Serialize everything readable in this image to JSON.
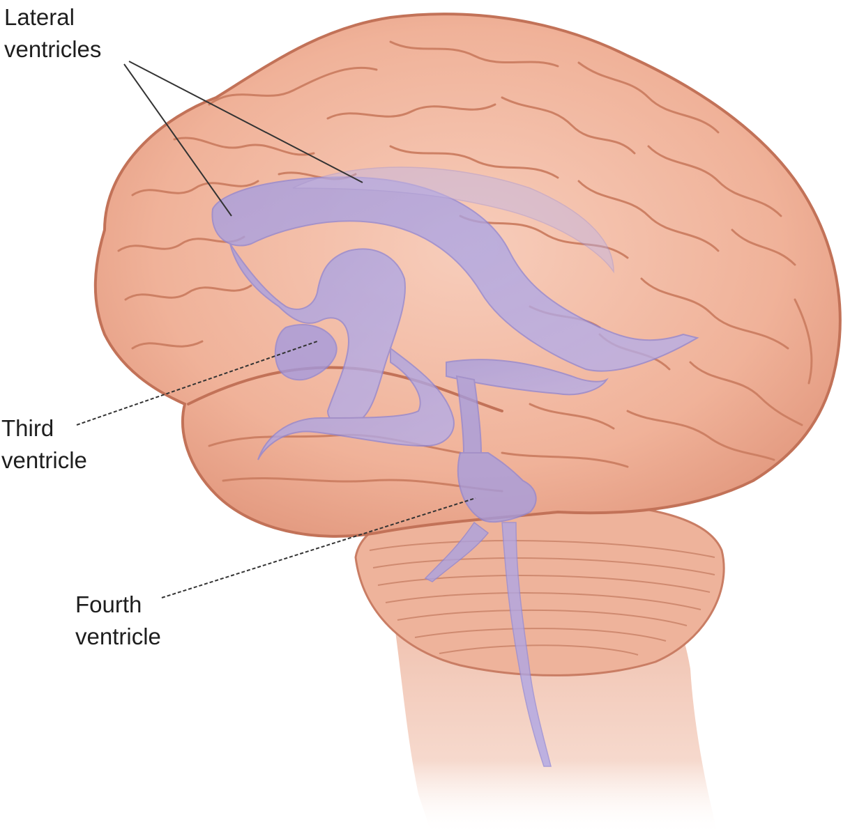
{
  "labels": {
    "lateral_ventricles": {
      "line1": "Lateral",
      "line2": "ventricles"
    },
    "third_ventricle": {
      "line1": "Third",
      "line2": "ventricle"
    },
    "fourth_ventricle": {
      "line1": "Fourth",
      "line2": "ventricle"
    }
  },
  "colors": {
    "brain_fill": "#f2b7a0",
    "brain_outline": "#c9795f",
    "gyri_lines": "#d88e74",
    "cerebellum_fill": "#eeb49d",
    "brainstem_fill": "#f2c5b4",
    "ventricle_fill": "#a7a0e0",
    "leader_lines": "#333333",
    "background": "#ffffff"
  }
}
